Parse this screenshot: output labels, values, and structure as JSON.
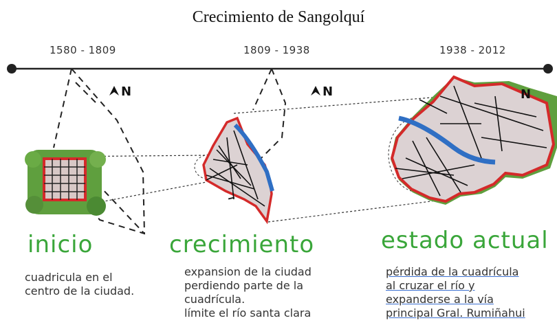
{
  "title": "Crecimiento de Sangolquí",
  "timeline": {
    "periods": [
      "1580 - 1809",
      "1809 - 1938",
      "1938 - 2012"
    ]
  },
  "north_label": "N",
  "stages": [
    {
      "name": "inicio",
      "lines": [
        "cuadricula en el",
        "centro de la ciudad."
      ]
    },
    {
      "name": "crecimiento",
      "lines": [
        "expansion de la ciudad",
        "perdiendo parte de la",
        "cuadrícula.",
        "límite el río santa clara"
      ]
    },
    {
      "name": "estado actual",
      "lines": [
        "pérdida de la cuadrícula",
        "al cruzar el río y",
        "expanderse a la vía",
        "principal Gral. Rumiñahui"
      ]
    }
  ],
  "colors": {
    "stage_text": "#3aa63a",
    "boundary": "#d42a2a",
    "river": "#2f6fc4",
    "vegetation": "#4f9a3a"
  },
  "icons": [
    "north-arrow-icon"
  ]
}
